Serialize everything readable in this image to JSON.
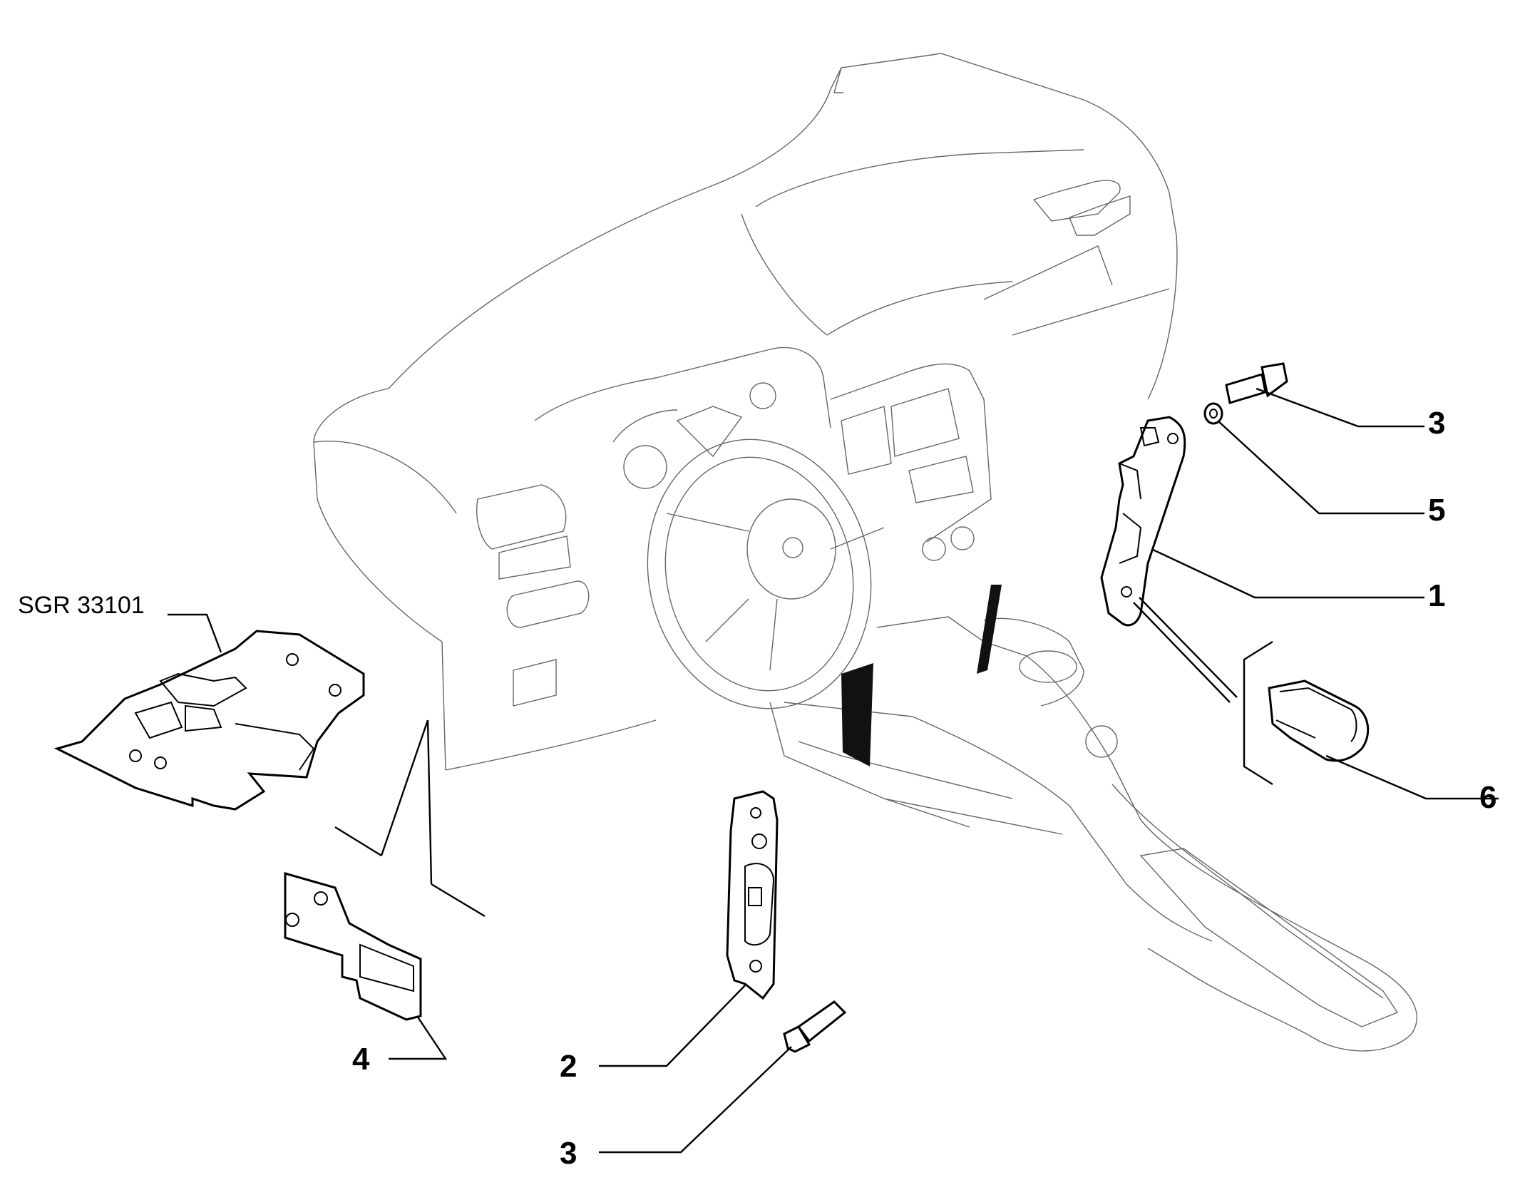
{
  "reference_label": "SGR 33101",
  "callouts": {
    "top_3": "3",
    "top_5": "5",
    "top_1": "1",
    "right_6": "6",
    "left_4": "4",
    "bottom_2": "2",
    "bottom_3": "3"
  },
  "colors": {
    "line": "#000000",
    "background": "#ffffff",
    "sketch": "#666666"
  }
}
